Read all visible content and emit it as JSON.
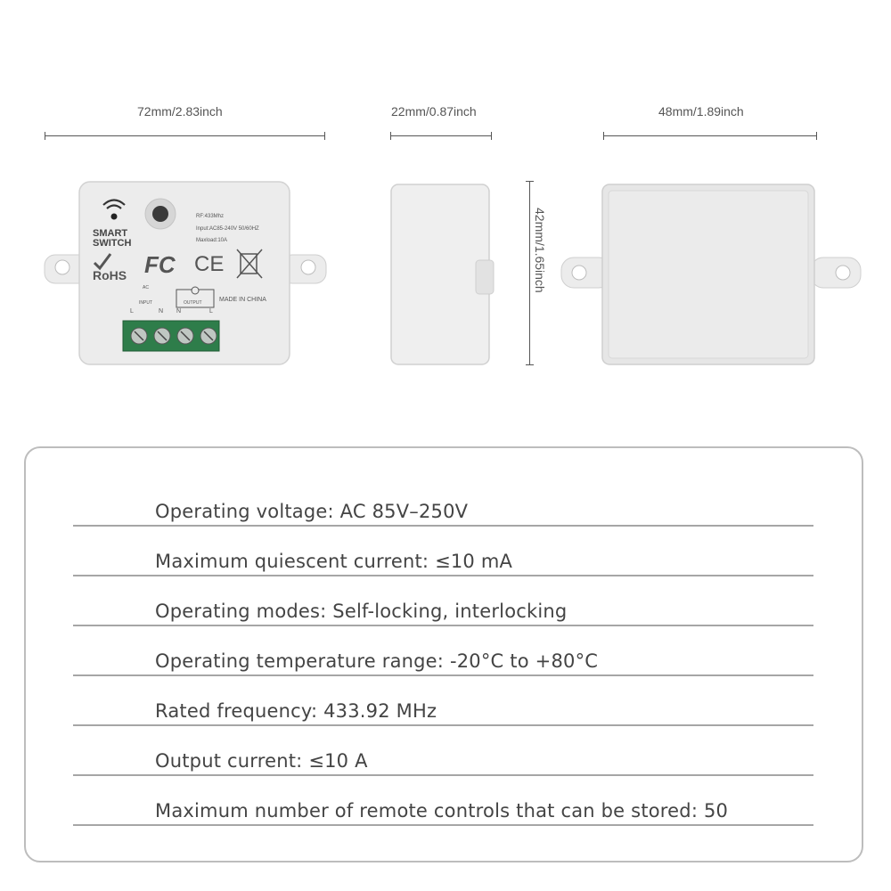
{
  "dimensions": {
    "length": "72mm/2.83inch",
    "depth": "22mm/0.87inch",
    "width": "48mm/1.89inch",
    "height": "42mm/1.65inch"
  },
  "device_label": {
    "brand_line1": "SMART",
    "brand_line2": "SWITCH",
    "rf": "RF:433Mhz",
    "input": "Input:AC85-240V 50/60HZ",
    "maxload": "Maxload:10A",
    "rohs": "RoHS",
    "fc": "FC",
    "ce": "CE",
    "made_in": "MADE IN CHINA",
    "terminal_ac": "AC",
    "terminal_input": "INPUT",
    "terminal_output": "OUTPUT",
    "terminal_pins": [
      "L",
      "N",
      "N",
      "L"
    ]
  },
  "specs": [
    "Operating voltage: AC 85V–250V",
    "Maximum quiescent current: ≤10 mA",
    "Operating modes: Self-locking, interlocking",
    "Operating temperature range: -20°C to +80°C",
    "Rated frequency: 433.92 MHz",
    "Output current: ≤10 A",
    "Maximum number of remote controls that can be stored: 50"
  ]
}
